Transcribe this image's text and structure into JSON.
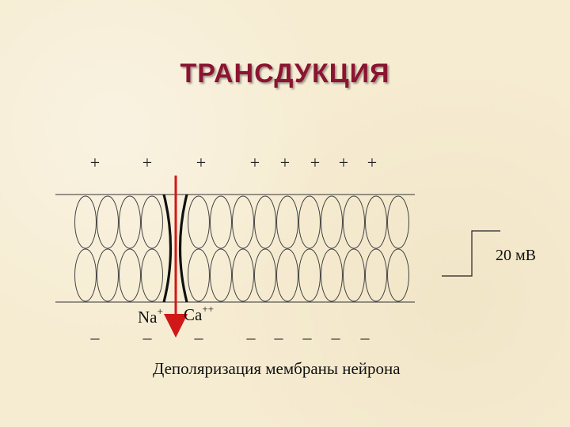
{
  "title": "ТРАНСДУКЦИЯ",
  "top_signs": [
    "+",
    "+",
    "+",
    "+",
    "+",
    "+",
    "+",
    "+"
  ],
  "bottom_signs": [
    "–",
    "–",
    "–",
    "–",
    "–",
    "–",
    "–",
    "–"
  ],
  "ions": {
    "sodium": "Na",
    "sodium_charge": "+",
    "calcium": "Ca",
    "calcium_charge": "++"
  },
  "scale_bar_label": "20 мВ",
  "caption": "Деполяризация мембраны нейрона",
  "colors": {
    "title": "#8b1432",
    "ion_arrow": "#d01818",
    "background": "#f6ecd2"
  }
}
